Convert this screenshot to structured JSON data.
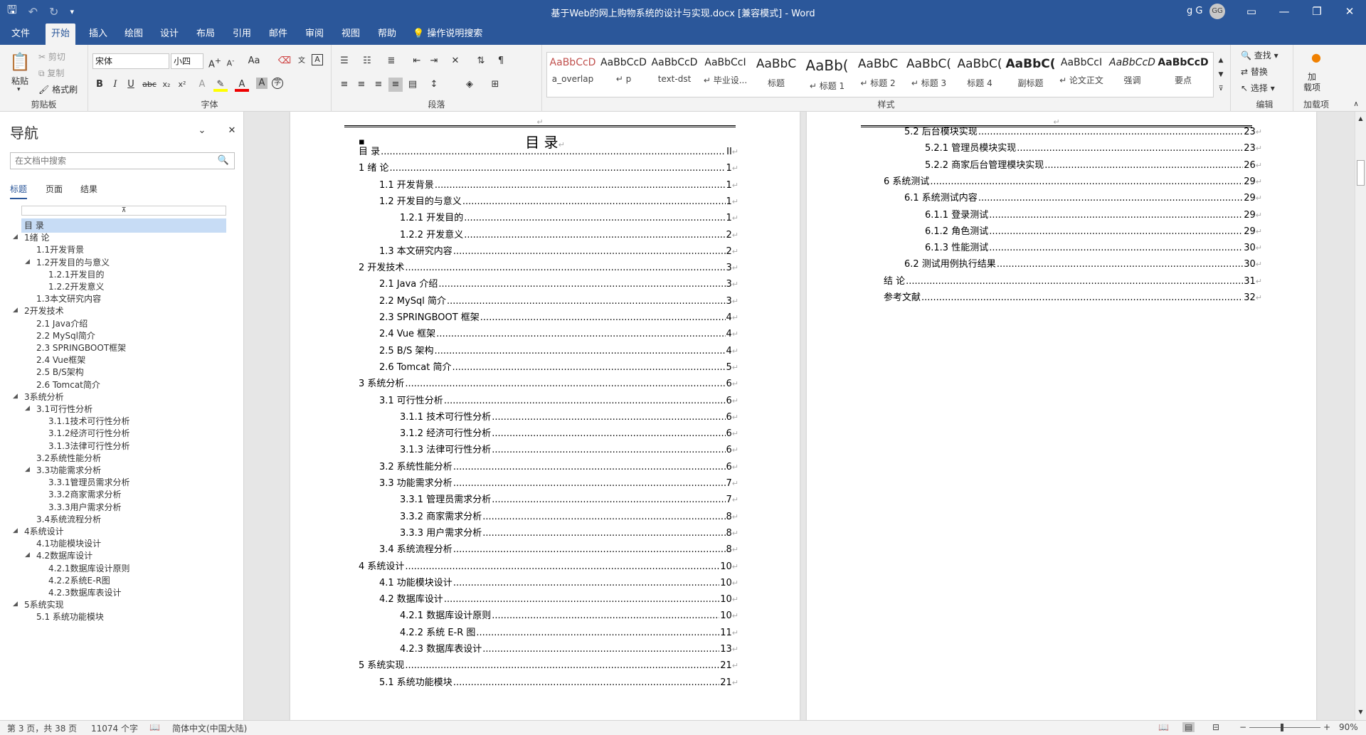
{
  "app": {
    "title": "基于Web的网上购物系统的设计与实现.docx [兼容模式]  -  Word",
    "user": "g G",
    "avatar": "GG"
  },
  "menu": {
    "tabs": [
      "文件",
      "开始",
      "插入",
      "绘图",
      "设计",
      "布局",
      "引用",
      "邮件",
      "审阅",
      "视图",
      "帮助"
    ],
    "active": "开始",
    "tell_me": "操作说明搜索"
  },
  "ribbon": {
    "clipboard": {
      "label": "剪贴板",
      "paste": "粘贴",
      "cut": "剪切",
      "copy": "复制",
      "format_painter": "格式刷"
    },
    "font": {
      "label": "字体",
      "name": "宋体",
      "size": "小四",
      "aa": "Aa"
    },
    "paragraph": {
      "label": "段落"
    },
    "styles": {
      "label": "样式",
      "items": [
        {
          "preview": "AaBbCcD",
          "name": "a_overlap",
          "color": "#c0504d"
        },
        {
          "preview": "AaBbCcD",
          "name": "↵ p",
          "color": "#222"
        },
        {
          "preview": "AaBbCcD",
          "name": "text-dst",
          "color": "#222"
        },
        {
          "preview": "AaBbCcI",
          "name": "↵ 毕业设...",
          "color": "#222"
        },
        {
          "preview": "AaBbC",
          "name": "标题",
          "color": "#222"
        },
        {
          "preview": "AaBb(",
          "name": "↵ 标题 1",
          "color": "#222"
        },
        {
          "preview": "AaBbC",
          "name": "↵ 标题 2",
          "color": "#222"
        },
        {
          "preview": "AaBbC(",
          "name": "↵ 标题 3",
          "color": "#222"
        },
        {
          "preview": "AaBbC(",
          "name": "标题 4",
          "color": "#222"
        },
        {
          "preview": "AaBbC(",
          "name": "副标题",
          "color": "#222"
        },
        {
          "preview": "AaBbCcI",
          "name": "↵ 论文正文",
          "color": "#222"
        },
        {
          "preview": "AaBbCcD",
          "name": "强调",
          "color": "#222"
        },
        {
          "preview": "AaBbCcD",
          "name": "要点",
          "color": "#222"
        }
      ]
    },
    "editing": {
      "label": "编辑",
      "find": "查找",
      "replace": "替换",
      "select": "选择"
    },
    "addins": {
      "label": "加载项",
      "load": "加\n载项"
    }
  },
  "nav": {
    "title": "导航",
    "search_placeholder": "在文档中搜索",
    "tabs": [
      "标题",
      "页面",
      "结果"
    ],
    "items": [
      {
        "text": "目  录",
        "level": 0,
        "sel": true,
        "tri": false
      },
      {
        "text": "1绪  论",
        "level": 0,
        "tri": true
      },
      {
        "text": "1.1开发背景",
        "level": 1,
        "tri": false
      },
      {
        "text": "1.2开发目的与意义",
        "level": 1,
        "tri": true
      },
      {
        "text": "1.2.1开发目的",
        "level": 2,
        "tri": false
      },
      {
        "text": "1.2.2开发意义",
        "level": 2,
        "tri": false
      },
      {
        "text": "1.3本文研究内容",
        "level": 1,
        "tri": false
      },
      {
        "text": "2开发技术",
        "level": 0,
        "tri": true
      },
      {
        "text": "2.1 Java介绍",
        "level": 1,
        "tri": false
      },
      {
        "text": "2.2 MySql简介",
        "level": 1,
        "tri": false
      },
      {
        "text": "2.3 SPRINGBOOT框架",
        "level": 1,
        "tri": false
      },
      {
        "text": "2.4 Vue框架",
        "level": 1,
        "tri": false
      },
      {
        "text": "2.5 B/S架构",
        "level": 1,
        "tri": false
      },
      {
        "text": "2.6 Tomcat简介",
        "level": 1,
        "tri": false
      },
      {
        "text": "3系统分析",
        "level": 0,
        "tri": true
      },
      {
        "text": "3.1可行性分析",
        "level": 1,
        "tri": true
      },
      {
        "text": "3.1.1技术可行性分析",
        "level": 2,
        "tri": false
      },
      {
        "text": "3.1.2经济可行性分析",
        "level": 2,
        "tri": false
      },
      {
        "text": "3.1.3法律可行性分析",
        "level": 2,
        "tri": false
      },
      {
        "text": "3.2系统性能分析",
        "level": 1,
        "tri": false
      },
      {
        "text": "3.3功能需求分析",
        "level": 1,
        "tri": true
      },
      {
        "text": "3.3.1管理员需求分析",
        "level": 2,
        "tri": false
      },
      {
        "text": "3.3.2商家需求分析",
        "level": 2,
        "tri": false
      },
      {
        "text": "3.3.3用户需求分析",
        "level": 2,
        "tri": false
      },
      {
        "text": "3.4系统流程分析",
        "level": 1,
        "tri": false
      },
      {
        "text": "4系统设计",
        "level": 0,
        "tri": true
      },
      {
        "text": "4.1功能模块设计",
        "level": 1,
        "tri": false
      },
      {
        "text": "4.2数据库设计",
        "level": 1,
        "tri": true
      },
      {
        "text": "4.2.1数据库设计原则",
        "level": 2,
        "tri": false
      },
      {
        "text": "4.2.2系统E-R图",
        "level": 2,
        "tri": false
      },
      {
        "text": "4.2.3数据库表设计",
        "level": 2,
        "tri": false
      },
      {
        "text": "5系统实现",
        "level": 0,
        "tri": true
      },
      {
        "text": "5.1  系统功能模块",
        "level": 1,
        "tri": false
      }
    ]
  },
  "page1": {
    "title": "目      录",
    "toc": [
      {
        "t": "目      录",
        "p": "II",
        "l": 0
      },
      {
        "t": "1 绪    论",
        "p": "1",
        "l": 0
      },
      {
        "t": "1.1 开发背景",
        "p": "1",
        "l": 1
      },
      {
        "t": "1.2 开发目的与意义",
        "p": "1",
        "l": 1
      },
      {
        "t": "1.2.1 开发目的",
        "p": "1",
        "l": 2
      },
      {
        "t": "1.2.2 开发意义",
        "p": "2",
        "l": 2
      },
      {
        "t": "1.3 本文研究内容",
        "p": "2",
        "l": 1
      },
      {
        "t": "2 开发技术",
        "p": "3",
        "l": 0
      },
      {
        "t": "2.1 Java 介绍",
        "p": "3",
        "l": 1
      },
      {
        "t": "2.2 MySql 简介",
        "p": "3",
        "l": 1
      },
      {
        "t": "2.3 SPRINGBOOT 框架",
        "p": "4",
        "l": 1
      },
      {
        "t": "2.4 Vue 框架",
        "p": "4",
        "l": 1
      },
      {
        "t": "2.5 B/S 架构",
        "p": "4",
        "l": 1
      },
      {
        "t": "2.6 Tomcat 简介",
        "p": "5",
        "l": 1
      },
      {
        "t": "3 系统分析",
        "p": "6",
        "l": 0
      },
      {
        "t": "3.1 可行性分析",
        "p": "6",
        "l": 1
      },
      {
        "t": "3.1.1 技术可行性分析",
        "p": "6",
        "l": 2
      },
      {
        "t": "3.1.2 经济可行性分析",
        "p": "6",
        "l": 2
      },
      {
        "t": "3.1.3 法律可行性分析",
        "p": "6",
        "l": 2
      },
      {
        "t": "3.2 系统性能分析",
        "p": "6",
        "l": 1
      },
      {
        "t": "3.3 功能需求分析",
        "p": "7",
        "l": 1
      },
      {
        "t": "3.3.1 管理员需求分析",
        "p": "7",
        "l": 2
      },
      {
        "t": "3.3.2 商家需求分析",
        "p": "8",
        "l": 2
      },
      {
        "t": "3.3.3 用户需求分析",
        "p": "8",
        "l": 2
      },
      {
        "t": "3.4 系统流程分析",
        "p": "8",
        "l": 1
      },
      {
        "t": "4 系统设计",
        "p": "10",
        "l": 0
      },
      {
        "t": "4.1 功能模块设计",
        "p": "10",
        "l": 1
      },
      {
        "t": "4.2 数据库设计",
        "p": "10",
        "l": 1
      },
      {
        "t": "4.2.1 数据库设计原则",
        "p": "10",
        "l": 2
      },
      {
        "t": "4.2.2 系统 E-R 图",
        "p": "11",
        "l": 2
      },
      {
        "t": "4.2.3 数据库表设计",
        "p": "13",
        "l": 2
      },
      {
        "t": "5 系统实现",
        "p": "21",
        "l": 0
      },
      {
        "t": "5.1    系统功能模块",
        "p": "21",
        "l": 1
      }
    ]
  },
  "page2": {
    "toc": [
      {
        "t": "5.2    后台模块实现",
        "p": "23",
        "l": 1
      },
      {
        "t": "5.2.1 管理员模块实现",
        "p": "23",
        "l": 2
      },
      {
        "t": "5.2.2 商家后台管理模块实现",
        "p": "26",
        "l": 2
      },
      {
        "t": "6 系统测试",
        "p": "29",
        "l": 0
      },
      {
        "t": "6.1 系统测试内容",
        "p": "29",
        "l": 1
      },
      {
        "t": "6.1.1  登录测试",
        "p": "29",
        "l": 2
      },
      {
        "t": "6.1.2  角色测试",
        "p": "29",
        "l": 2
      },
      {
        "t": "6.1.3     性能测试",
        "p": "30",
        "l": 2
      },
      {
        "t": "6.2 测试用例执行结果",
        "p": "30",
        "l": 1
      },
      {
        "t": "结    论",
        "p": "31",
        "l": 0
      },
      {
        "t": "参考文献",
        "p": "32",
        "l": 0
      }
    ]
  },
  "status": {
    "page": "第 3 页，共 38 页",
    "words": "11074 个字",
    "lang": "简体中文(中国大陆)",
    "zoom": "90%"
  }
}
